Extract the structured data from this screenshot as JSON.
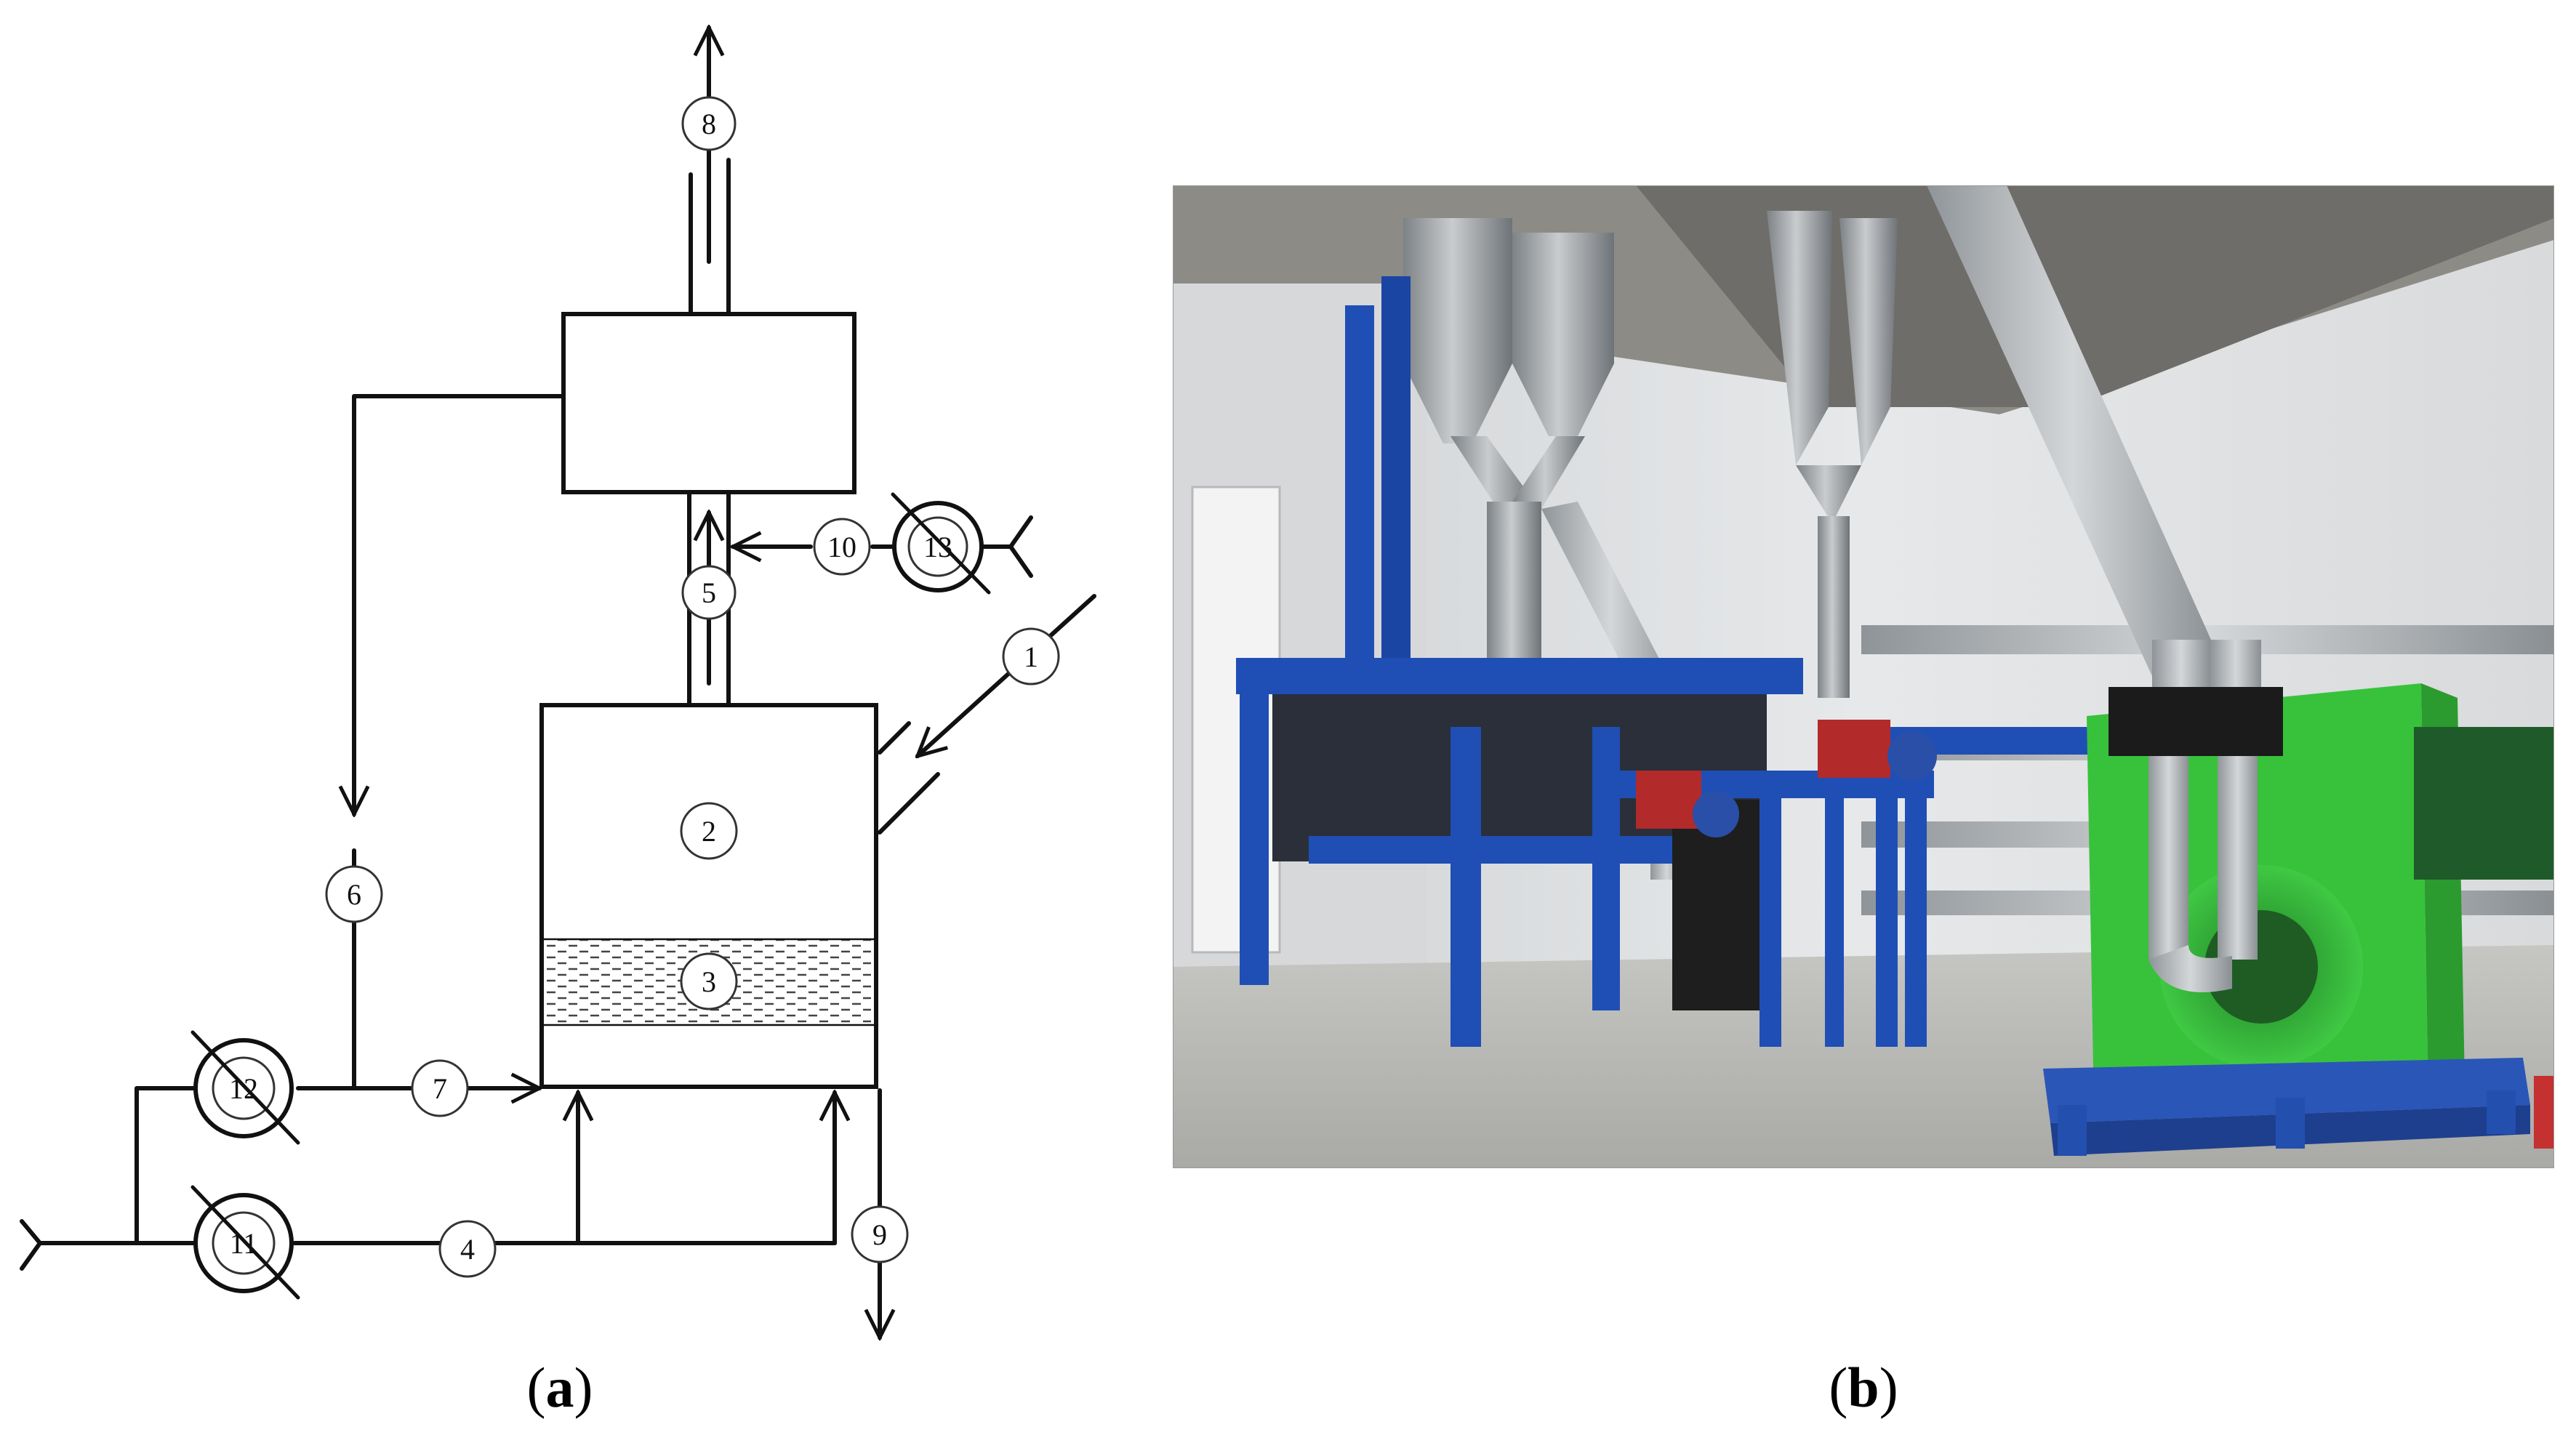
{
  "panel_a": {
    "caption_letter": "a",
    "labels": {
      "n1": "1",
      "n2": "2",
      "n3": "3",
      "n4": "4",
      "n5": "5",
      "n6": "6",
      "n7": "7",
      "n8": "8",
      "n9": "9",
      "n10": "10",
      "n11": "11",
      "n12": "12",
      "n13": "13"
    }
  },
  "panel_b": {
    "caption_letter": "b",
    "photo_description_icons": [
      "cyclone-separators",
      "blue-frame",
      "green-centrifugal-fan",
      "ducting",
      "gear-motors",
      "pallet"
    ]
  },
  "colors": {
    "frame_blue": "#1f4fb5",
    "fan_green": "#38c23c",
    "duct_grey": "#a9adb0",
    "motor_red": "#b32a2a",
    "wall": "#e2e4e6",
    "floor": "#bdbdbb"
  }
}
